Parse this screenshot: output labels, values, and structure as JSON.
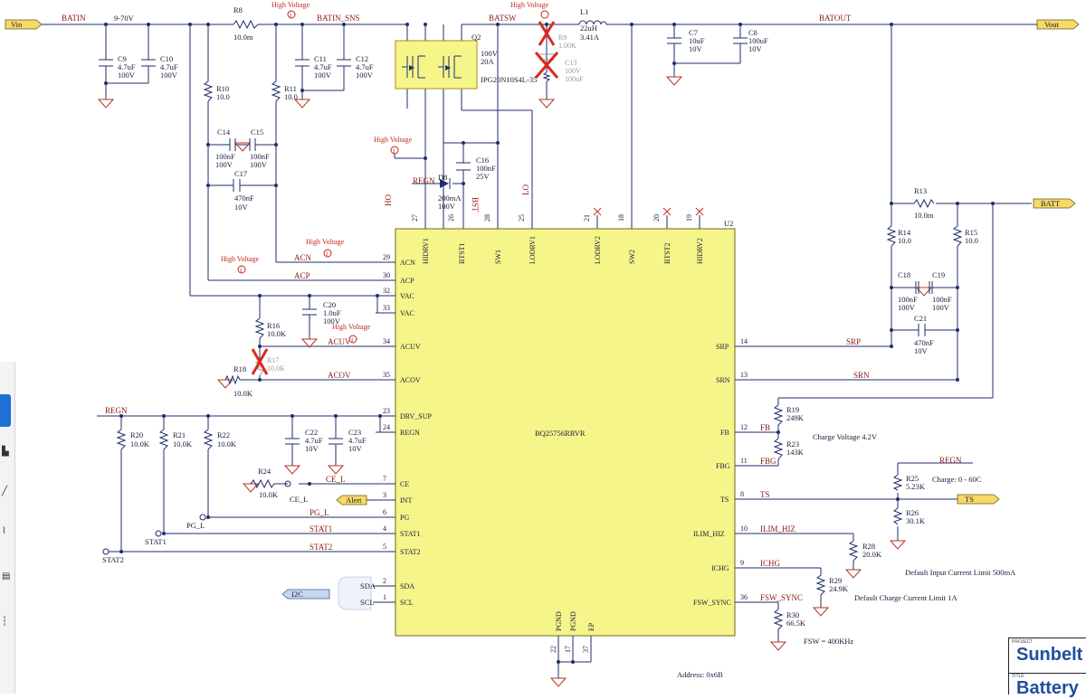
{
  "ports": {
    "vin": "Vin",
    "vout": "Vout",
    "batt": "BATT",
    "alert": "Alert",
    "ts": "TS",
    "i2c": "I2C"
  },
  "nets": {
    "batin": "BATIN",
    "batin_v": "9-70V",
    "batin_sns": "BATIN_SNS",
    "batsw": "BATSW",
    "batout": "BATOUT",
    "acn": "ACN",
    "acp": "ACP",
    "acuv": "ACUV",
    "acov": "ACOV",
    "regn": "REGN",
    "regn2": "REGN",
    "srp": "SRP",
    "srn": "SRN",
    "fb": "FB",
    "fbg": "FBG",
    "ts": "TS",
    "ilim": "ILIM_HIZ",
    "ichg": "ICHG",
    "fsw": "FSW_SYNC",
    "ce": "CE_L",
    "ce2": "CE_L",
    "pg": "PG_L",
    "pg2": "PG_L",
    "stat1": "STAT1",
    "stat1b": "STAT1",
    "stat2": "STAT2",
    "stat2b": "STAT2",
    "ho": "HO",
    "lo": "LO",
    "bst": "BST"
  },
  "hv_label": "High Voltage",
  "chip": {
    "ref": "U2",
    "part": "BQ25756RRVR"
  },
  "chip_pins_left": [
    {
      "num": "29",
      "name": "ACN"
    },
    {
      "num": "30",
      "name": "ACP"
    },
    {
      "num": "32",
      "name": "VAC"
    },
    {
      "num": "33",
      "name": "VAC"
    },
    {
      "num": "34",
      "name": "ACUV"
    },
    {
      "num": "35",
      "name": "ACOV"
    },
    {
      "num": "23",
      "name": "DRV_SUP"
    },
    {
      "num": "24",
      "name": "REGN"
    },
    {
      "num": "7",
      "name": "CE"
    },
    {
      "num": "3",
      "name": "INT"
    },
    {
      "num": "6",
      "name": "PG"
    },
    {
      "num": "4",
      "name": "STAT1"
    },
    {
      "num": "5",
      "name": "STAT2"
    },
    {
      "num": "2",
      "name": "SDA"
    },
    {
      "num": "1",
      "name": "SCL"
    }
  ],
  "chip_pins_right": [
    {
      "num": "14",
      "name": "SRP"
    },
    {
      "num": "13",
      "name": "SRN"
    },
    {
      "num": "12",
      "name": "FB"
    },
    {
      "num": "11",
      "name": "FBG"
    },
    {
      "num": "8",
      "name": "TS"
    },
    {
      "num": "10",
      "name": "ILIM_HIZ"
    },
    {
      "num": "9",
      "name": "ICHG"
    },
    {
      "num": "36",
      "name": "FSW_SYNC"
    }
  ],
  "chip_pins_top": [
    {
      "num": "27",
      "name": "HIDRV1"
    },
    {
      "num": "26",
      "name": "BTST1"
    },
    {
      "num": "28",
      "name": "SW1"
    },
    {
      "num": "25",
      "name": "LODRV1"
    },
    {
      "num": "21",
      "name": "LODRV2"
    },
    {
      "num": "18",
      "name": "SW2"
    },
    {
      "num": "20",
      "name": "BTST2"
    },
    {
      "num": "19",
      "name": "HIDRV2"
    }
  ],
  "chip_pins_bottom": [
    {
      "num": "22",
      "name": "PGND"
    },
    {
      "num": "17",
      "name": "PGND"
    },
    {
      "num": "37",
      "name": "EP"
    }
  ],
  "components": {
    "r8": {
      "ref": "R8",
      "val": "10.0m"
    },
    "c9": {
      "ref": "C9",
      "val": "4.7uF",
      "v": "100V"
    },
    "c10": {
      "ref": "C10",
      "val": "4.7uF",
      "v": "100V"
    },
    "c11": {
      "ref": "C11",
      "val": "4.7uF",
      "v": "100V"
    },
    "c12": {
      "ref": "C12",
      "val": "4.7uF",
      "v": "100V"
    },
    "r10": {
      "ref": "R10",
      "val": "10.0"
    },
    "r11": {
      "ref": "R11",
      "val": "10.0"
    },
    "c14": {
      "ref": "C14",
      "val": "100nF",
      "v": "100V"
    },
    "c15": {
      "ref": "C15",
      "val": "100nF",
      "v": "100V"
    },
    "c17": {
      "ref": "C17",
      "val": "470nF",
      "v": "10V"
    },
    "q2": {
      "ref": "Q2",
      "val1": "100V",
      "val2": "20A",
      "part": "IPG20N10S4L-35"
    },
    "r9": {
      "ref": "R9",
      "val": "1.00K"
    },
    "c13": {
      "ref": "C13",
      "val": "100V",
      "v": "100nF"
    },
    "l1": {
      "ref": "L1",
      "val": "22uH",
      "v": "3.41A"
    },
    "c7": {
      "ref": "C7",
      "val": "10uF",
      "v": "10V"
    },
    "c8": {
      "ref": "C8",
      "val": "100uF",
      "v": "10V"
    },
    "d8": {
      "ref": "D8",
      "val": "200mA",
      "v": "100V"
    },
    "c16": {
      "ref": "C16",
      "val": "100nF",
      "v": "25V"
    },
    "r13": {
      "ref": "R13",
      "val": "10.0m"
    },
    "r14": {
      "ref": "R14",
      "val": "10.0"
    },
    "r15": {
      "ref": "R15",
      "val": "10.0"
    },
    "c18": {
      "ref": "C18",
      "val": "100nF",
      "v": "100V"
    },
    "c19": {
      "ref": "C19",
      "val": "100nF",
      "v": "100V"
    },
    "c21": {
      "ref": "C21",
      "val": "470nF",
      "v": "10V"
    },
    "c20": {
      "ref": "C20",
      "val": "1.0uF",
      "v": "100V"
    },
    "r16": {
      "ref": "R16",
      "val": "10.0K"
    },
    "r17": {
      "ref": "R17",
      "val": "10.0K"
    },
    "r18": {
      "ref": "R18",
      "val": "10.0K"
    },
    "c22": {
      "ref": "C22",
      "val": "4.7uF",
      "v": "10V"
    },
    "c23": {
      "ref": "C23",
      "val": "4.7uF",
      "v": "10V"
    },
    "r20": {
      "ref": "R20",
      "val": "10.0K"
    },
    "r21": {
      "ref": "R21",
      "val": "10.0K"
    },
    "r22": {
      "ref": "R22",
      "val": "10.0K"
    },
    "r24": {
      "ref": "R24",
      "val": "10.0K"
    },
    "r19": {
      "ref": "R19",
      "val": "249K"
    },
    "r23": {
      "ref": "R23",
      "val": "143K"
    },
    "r25": {
      "ref": "R25",
      "val": "5.23K"
    },
    "r26": {
      "ref": "R26",
      "val": "30.1K"
    },
    "r28": {
      "ref": "R28",
      "val": "20.0K"
    },
    "r29": {
      "ref": "R29",
      "val": "24.9K"
    },
    "r30": {
      "ref": "R30",
      "val": "66.5K"
    }
  },
  "notes": {
    "charge_voltage": "Charge Voltage 4.2V",
    "charge_temp": "Charge: 0 - 60C",
    "input_limit": "Default Input Current Limit 500mA",
    "charge_limit": "Default Charge Current Limit 1A",
    "fsw": "FSW = 400KHz",
    "address": "Address: 0x6B"
  },
  "title_block": {
    "project_caption": "PROJECT",
    "project": "Sunbelt",
    "title_caption": "TITLE",
    "title": "Battery"
  },
  "sidebar": {
    "icons": [
      "panel-icon",
      "select-icon",
      "wire-icon",
      "net-icon",
      "part-icon",
      "measure-icon",
      "text-icon"
    ]
  }
}
